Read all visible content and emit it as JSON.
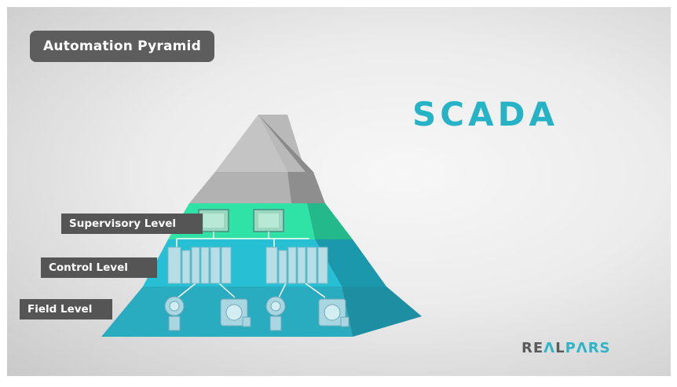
{
  "header": {
    "title": "Automation Pyramid"
  },
  "highlight": {
    "label": "SCADA",
    "color": "#26b3c5"
  },
  "levels": [
    {
      "label": "Supervisory Level",
      "color": "#2de0a4"
    },
    {
      "label": "Control Level",
      "color": "#25bdd0"
    },
    {
      "label": "Field Level",
      "color": "#2aa9bd"
    }
  ],
  "upper_layers": {
    "colors": [
      "#b8b8b8",
      "#a9a9a9"
    ]
  },
  "brand": {
    "part1": "RE",
    "part2": "Λ",
    "part3": "L",
    "part4": "PΛRS"
  },
  "icons": [
    "hmi-screen-icon",
    "plc-rack-icon",
    "transmitter-icon",
    "servo-motor-icon"
  ]
}
